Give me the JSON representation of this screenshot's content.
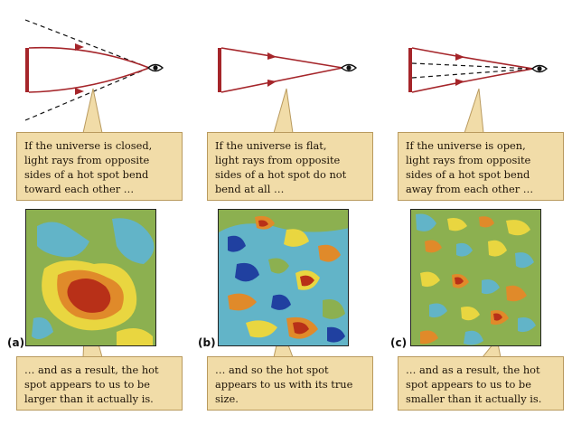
{
  "colors": {
    "ray": "#a5252a",
    "dashed": "#111111",
    "caption_fill": "#f1dca8",
    "caption_border": "#b99a5e",
    "map_green": "#8cb050",
    "map_yellow": "#e9d640",
    "map_orange": "#e08a2a",
    "map_red": "#b83018",
    "map_cyan": "#62b4c8",
    "map_blue": "#2040a0"
  },
  "icons": [
    "eye-icon",
    "arrow-icon"
  ],
  "panels": [
    {
      "id": "closed",
      "label": "(a)",
      "top_caption": "If the universe is closed,\nlight rays from opposite\nsides of a hot spot bend\ntoward each other …",
      "bottom_caption": "… and as a result, the hot\nspot appears to us to be\nlarger than it actually is."
    },
    {
      "id": "flat",
      "label": "(b)",
      "top_caption": "If the universe is flat,\nlight rays from opposite\nsides of a hot spot do not\nbend at all …",
      "bottom_caption": "… and so the hot spot\nappears to us with its true\nsize."
    },
    {
      "id": "open",
      "label": "(c)",
      "top_caption": "If the universe is open,\nlight rays from opposite\nsides of a hot spot bend\naway from each other …",
      "bottom_caption": "… and as a result, the hot\nspot appears to us to be\nsmaller than it actually is."
    }
  ]
}
